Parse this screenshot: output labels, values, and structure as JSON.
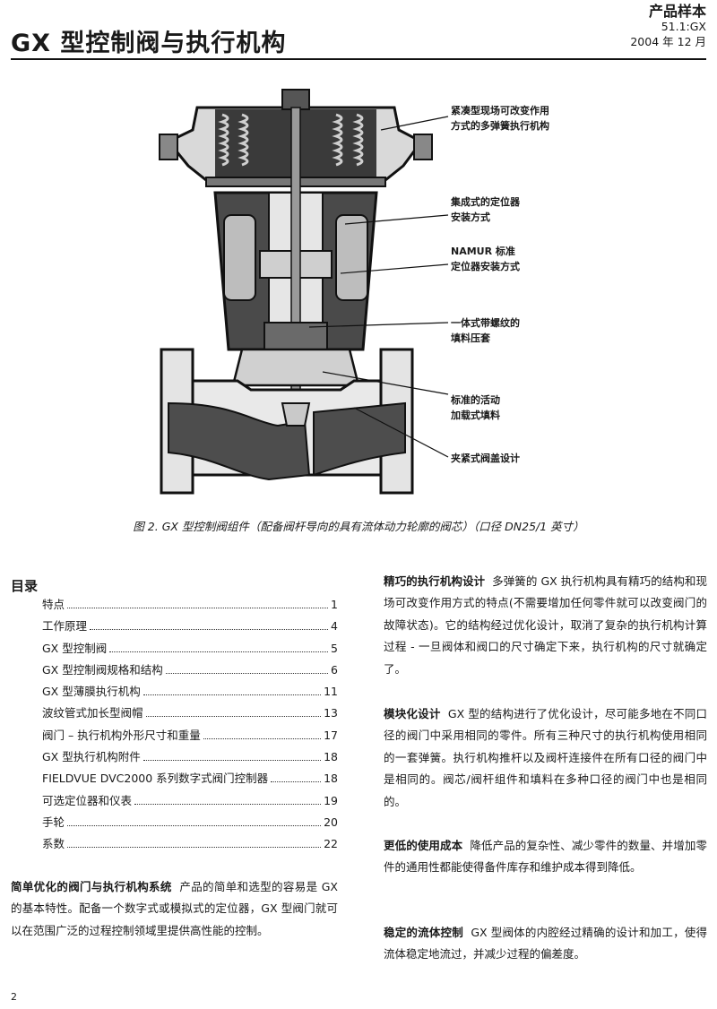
{
  "header": {
    "title": "GX 型控制阀与执行机构",
    "doc_type": "产品样本",
    "doc_code": "51.1:GX",
    "date": "2004 年 12 月"
  },
  "figure": {
    "callouts": [
      [
        "紧凑型现场可改变作用",
        "方式的多弹簧执行机构"
      ],
      [
        "集成式的定位器",
        "安装方式"
      ],
      [
        "NAMUR 标准",
        "定位器安装方式"
      ],
      [
        "一体式带螺纹的",
        "填料压套"
      ],
      [
        "标准的活动",
        "加载式填料"
      ],
      [
        "夹紧式阀盖设计"
      ]
    ],
    "caption": "图 2. GX 型控制阀组件（配备阀杆导向的具有流体动力轮廓的阀芯）（口径 DN25/1 英寸）"
  },
  "toc": {
    "title": "目录",
    "items": [
      {
        "label": "特点",
        "page": "1"
      },
      {
        "label": "工作原理",
        "page": "4"
      },
      {
        "label": "GX 型控制阀",
        "page": "5"
      },
      {
        "label": "GX 型控制阀规格和结构",
        "page": "6"
      },
      {
        "label": "GX 型薄膜执行机构",
        "page": "11"
      },
      {
        "label": "波纹管式加长型阀帽",
        "page": "13"
      },
      {
        "label": "阀门 – 执行机构外形尺寸和重量",
        "page": "17"
      },
      {
        "label": "GX 型执行机构附件",
        "page": "18"
      },
      {
        "label": "FIELDVUE DVC2000 系列数字式阀门控制器",
        "page": "18"
      },
      {
        "label": "可选定位器和仪表",
        "page": "19"
      },
      {
        "label": "手轮",
        "page": "20"
      },
      {
        "label": "系数",
        "page": "22"
      }
    ]
  },
  "sections": {
    "simplified": {
      "heading": "简单优化的阀门与执行机构系统",
      "text": "产品的简单和选型的容易是 GX 的基本特性。配备一个数字式或模拟式的定位器，GX 型阀门就可以在范围广泛的过程控制领域里提供高性能的控制。"
    },
    "actuator": {
      "heading": "精巧的执行机构设计",
      "text": "多弹簧的 GX 执行机构具有精巧的结构和现场可改变作用方式的特点(不需要增加任何零件就可以改变阀门的故障状态)。它的结构经过优化设计，取消了复杂的执行机构计算过程 - 一旦阀体和阀口的尺寸确定下来，执行机构的尺寸就确定了。"
    },
    "modular": {
      "heading": "模块化设计",
      "text": "GX 型的结构进行了优化设计，尽可能多地在不同口径的阀门中采用相同的零件。所有三种尺寸的执行机构使用相同的一套弹簧。执行机构推杆以及阀杆连接件在所有口径的阀门中是相同的。阀芯/阀杆组件和填料在多种口径的阀门中也是相同的。"
    },
    "cost": {
      "heading": "更低的使用成本",
      "text": "降低产品的复杂性、减少零件的数量、并增加零件的通用性都能使得备件库存和维护成本得到降低。"
    },
    "flow": {
      "heading": "稳定的流体控制",
      "text": "GX 型阀体的内腔经过精确的设计和加工，使得流体稳定地流过，并减少过程的偏差度。"
    }
  },
  "page_number": "2"
}
